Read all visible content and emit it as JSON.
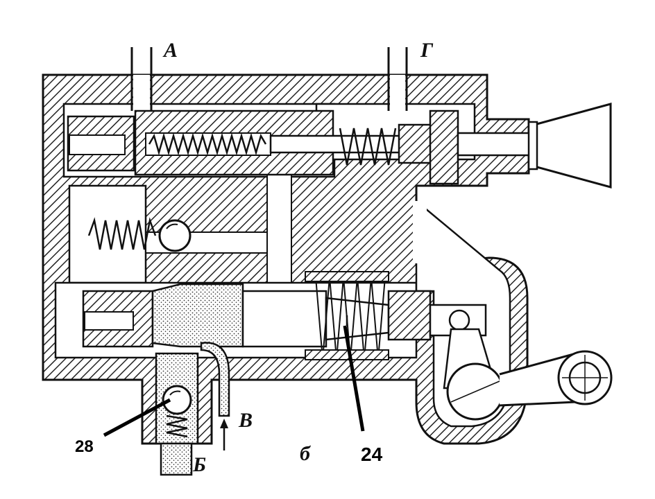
{
  "labels": {
    "port_a": "А",
    "port_g": "Г",
    "port_b": "Б",
    "port_v": "В",
    "view": "б",
    "callout_28": "28",
    "callout_24": "24"
  },
  "colors": {
    "ink": "#111111",
    "paper": "#ffffff",
    "hatch": "#222222"
  }
}
